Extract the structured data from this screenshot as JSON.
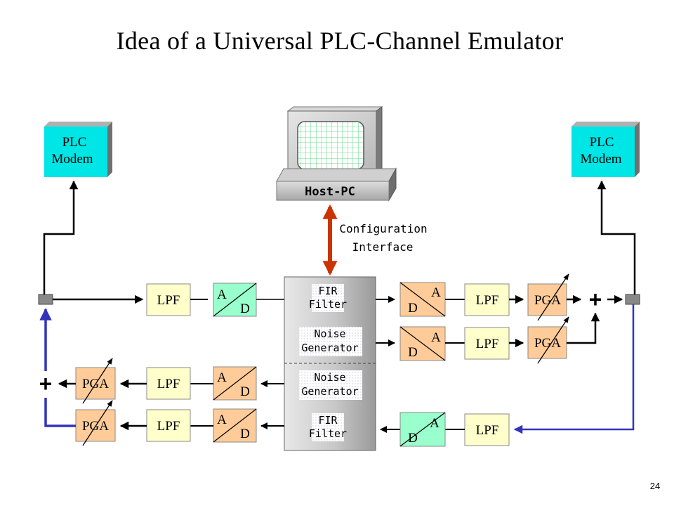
{
  "title": "Idea of a Universal PLC-Channel Emulator",
  "page_number": "24",
  "modem_left": {
    "line1": "PLC",
    "line2": "Modem"
  },
  "modem_right": {
    "line1": "PLC",
    "line2": "Modem"
  },
  "host_pc": "Host-PC",
  "config_interface": {
    "line1": "Configuration",
    "line2": "Interface"
  },
  "lpf": "LPF",
  "pga": "PGA",
  "adc": {
    "a": "A",
    "d": "D"
  },
  "fir_filter": {
    "line1": "FIR",
    "line2": "Filter"
  },
  "noise_generator": {
    "line1": "Noise",
    "line2": "Generator"
  },
  "colors": {
    "modem": "#00e5e5",
    "lpf": "#ffffcc",
    "adc_green": "#99ffcc",
    "dac_orange": "#ffcc99",
    "pga": "#ffcc99",
    "processor": "#b0b0b0",
    "config_arrow": "#cc3300",
    "feedback_blue": "#3333bb"
  }
}
